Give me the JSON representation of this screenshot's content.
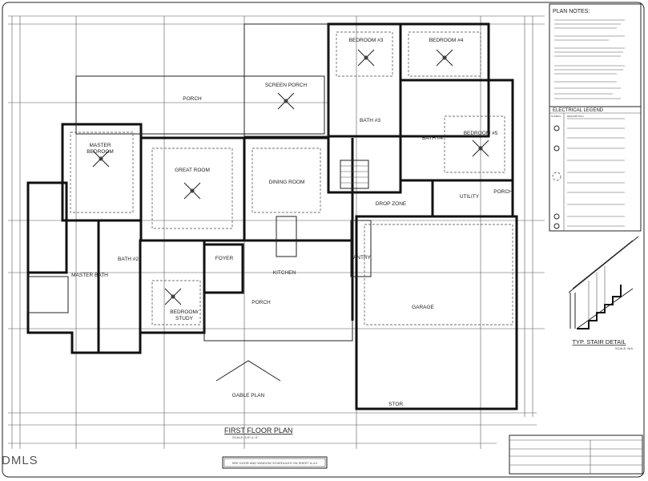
{
  "rooms": {
    "bedroom3": "BEDROOM #3",
    "bedroom4": "BEDROOM #4",
    "screen_porch": "SCREEN PORCH",
    "rear_porch": "PORCH",
    "master_bedroom_1": "MASTER",
    "master_bedroom_2": "BEDROOM",
    "great_room": "GREAT ROOM",
    "dining_room": "DINING ROOM",
    "bath3": "BATH #3",
    "bath4": "BATH #4",
    "bedroom5": "BEDROOM #5",
    "utility": "UTILITY",
    "side_porch": "PORCH",
    "drop_zone": "DROP ZONE",
    "pantry": "PANTRY",
    "kitchen": "KITCHEN",
    "foyer": "FOYER",
    "bath2": "BATH #2",
    "master_bath": "MASTER BATH",
    "bedroom_study_1": "BEDROOM/",
    "bedroom_study_2": "STUDY",
    "front_porch": "PORCH",
    "garage": "GARAGE",
    "storage": "STOR."
  },
  "gable_plan": "GABLE PLAN",
  "plan_title": "FIRST FLOOR PLAN",
  "plan_scale": "SCALE: 1/4\"=1'-0\"",
  "schedule_note": "SEE DOOR AND WINDOW SCHEDULES ON SHEET A-4.0",
  "sidebar": {
    "plan_notes_title": "PLAN NOTES:",
    "electrical_legend_title": "ELECTRICAL LEGEND",
    "legend_headers": [
      "SYMBOL",
      "DESCRIPTION"
    ],
    "stair_title": "TYP. STAIR DETAIL",
    "stair_scale": "SCALE: N/A"
  },
  "watermark": "DMLS"
}
